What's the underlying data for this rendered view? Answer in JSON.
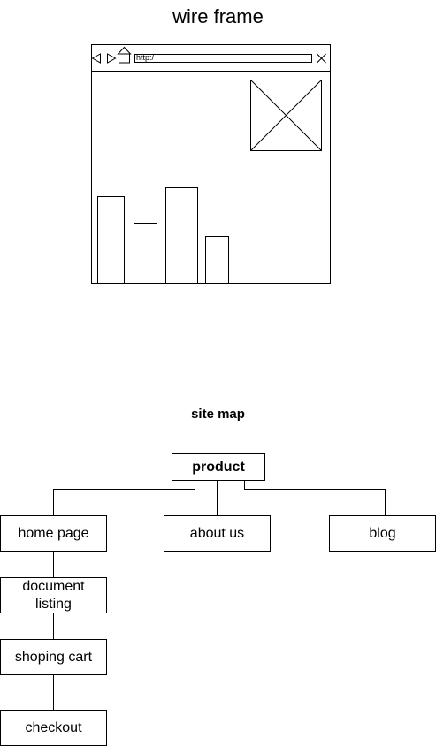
{
  "wireframe": {
    "title": "wire frame",
    "url_text": "http:/"
  },
  "sitemap": {
    "title": "site map",
    "root": "product",
    "children": [
      "home page",
      "about us",
      "blog"
    ],
    "home_chain": [
      "document listing",
      "shoping cart",
      "checkout"
    ]
  },
  "colors": {
    "stroke": "#000000",
    "background": "#ffffff"
  }
}
